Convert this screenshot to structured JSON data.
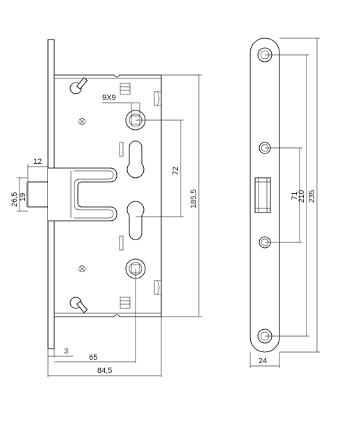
{
  "dimensions": {
    "cam_square": "9X9",
    "bolt_projection": "12",
    "bolt_height_outer": "26,5",
    "bolt_height_inner": "19",
    "backset_offset": "3",
    "backset": "65",
    "case_depth": "84,5",
    "center_distance": "72",
    "case_height": "185,5",
    "plate_width": "24",
    "plate_hole_inner": "71",
    "plate_hole_mid": "210",
    "plate_length": "235"
  }
}
